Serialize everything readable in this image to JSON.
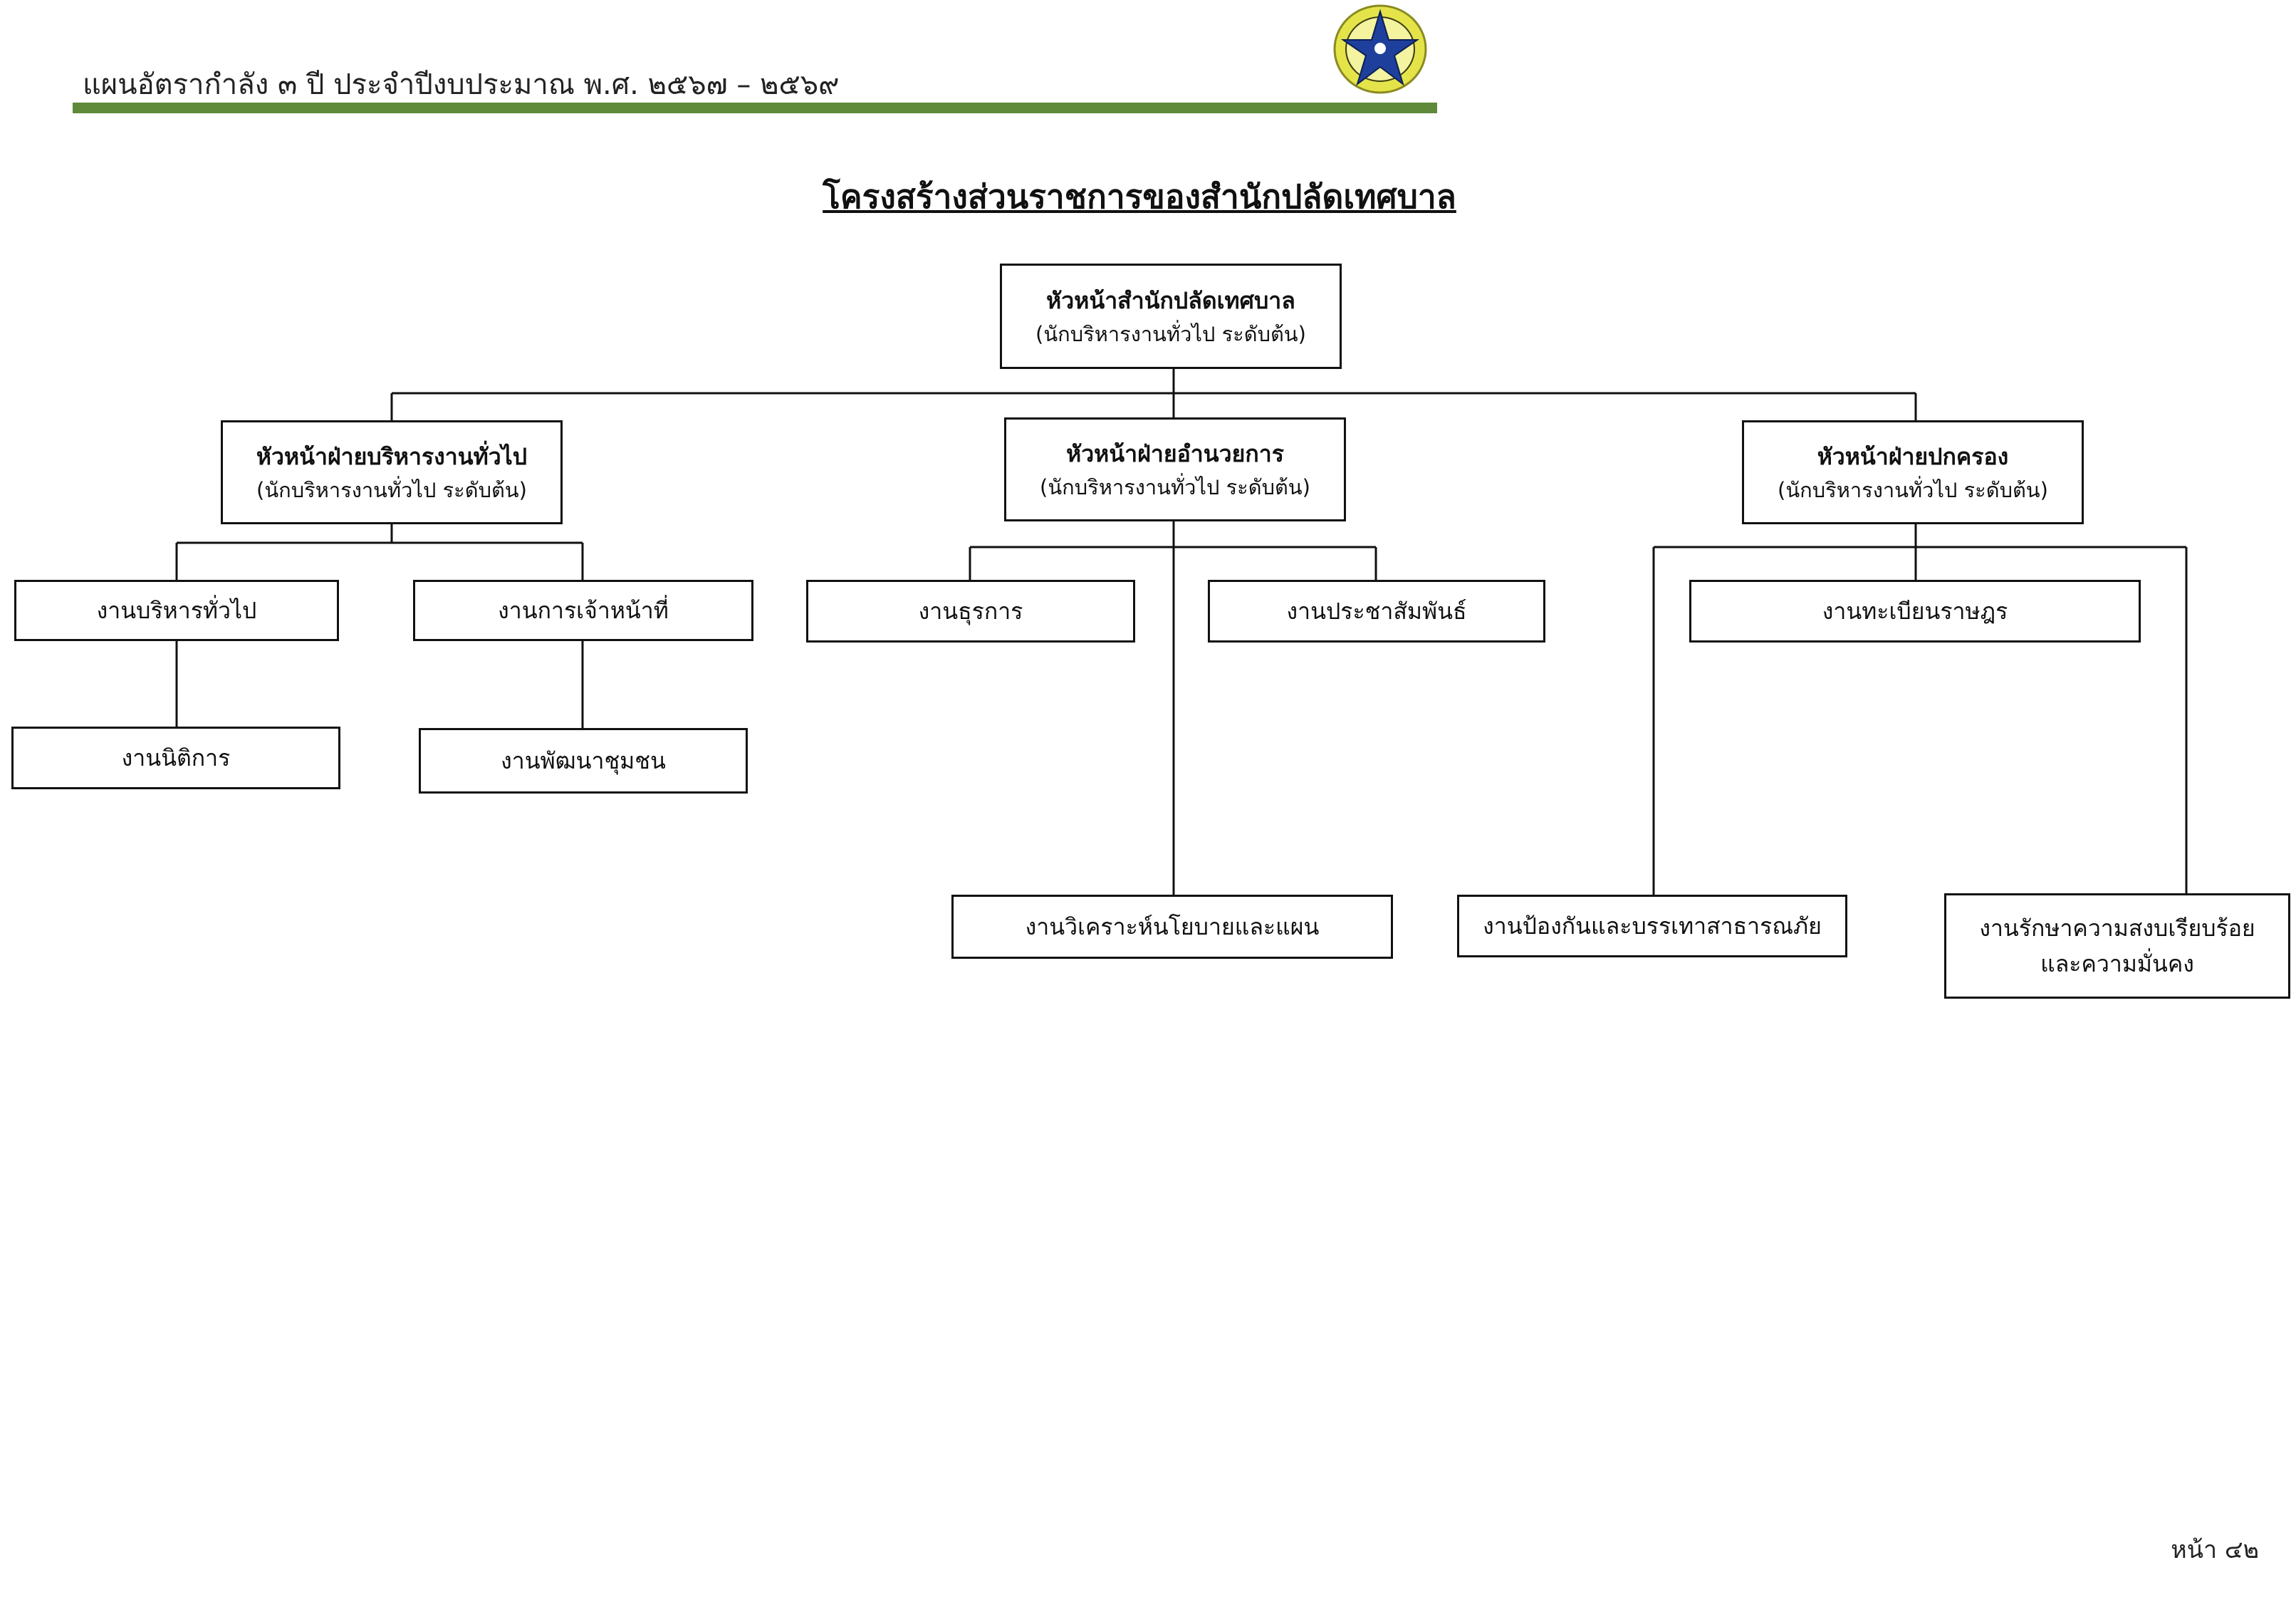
{
  "header": {
    "title": "แผนอัตรากำลัง ๓ ปี ประจำปีงบประมาณ พ.ศ. ๒๕๖๗ – ๒๕๖๙",
    "rule_color": "#5f8a3a"
  },
  "logo": {
    "icon": "municipal-star-seal",
    "colors": [
      "#e4e44a",
      "#1e3f9c"
    ]
  },
  "document_title": "โครงสร้างส่วนราชการของสำนักปลัดเทศบาล",
  "org_chart": {
    "root": {
      "title": "หัวหน้าสำนักปลัดเทศบาล",
      "subtitle": "(นักบริหารงานทั่วไป ระดับต้น)"
    },
    "divisions": [
      {
        "title": "หัวหน้าฝ่ายบริหารงานทั่วไป",
        "subtitle": "(นักบริหารงานทั่วไป ระดับต้น)",
        "units": [
          "งานบริหารทั่วไป",
          "งานการเจ้าหน้าที่",
          "งานนิติการ",
          "งานพัฒนาชุมชน"
        ]
      },
      {
        "title": "หัวหน้าฝ่ายอำนวยการ",
        "subtitle": "(นักบริหารงานทั่วไป ระดับต้น)",
        "units": [
          "งานธุรการ",
          "งานประชาสัมพันธ์",
          "งานวิเคราะห์นโยบายและแผน"
        ]
      },
      {
        "title": "หัวหน้าฝ่ายปกครอง",
        "subtitle": "(นักบริหารงานทั่วไป ระดับต้น)",
        "units": [
          "งานทะเบียนราษฎร",
          "งานป้องกันและบรรเทาสาธารณภัย",
          "งานรักษาความสงบเรียบร้อย",
          "และความมั่นคง"
        ]
      }
    ]
  },
  "page_number": "หน้า ๔๒"
}
